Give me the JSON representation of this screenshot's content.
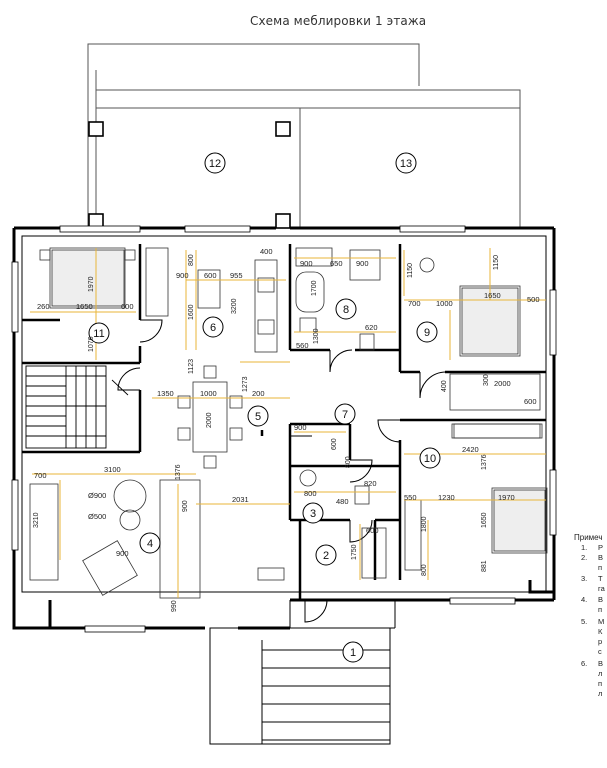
{
  "title": "Схема меблировки 1 этажа",
  "rooms": [
    {
      "n": "1"
    },
    {
      "n": "2"
    },
    {
      "n": "3"
    },
    {
      "n": "4"
    },
    {
      "n": "5"
    },
    {
      "n": "6"
    },
    {
      "n": "7"
    },
    {
      "n": "8"
    },
    {
      "n": "9"
    },
    {
      "n": "10"
    },
    {
      "n": "11"
    },
    {
      "n": "12"
    },
    {
      "n": "13"
    }
  ],
  "dimensions": {
    "d260": "260",
    "d1650a": "1650",
    "d600a": "600",
    "d1970a": "1970",
    "d1076": "1076",
    "d900a": "900",
    "d600b": "600",
    "d955": "955",
    "d400a": "400",
    "d800a": "800",
    "d1600": "1600",
    "d3200": "3200",
    "d1123": "1123",
    "d900b": "900",
    "d650": "650",
    "d900c": "900",
    "d1700": "1700",
    "d620": "620",
    "d560": "560",
    "d1300": "1300",
    "d1150a": "1150",
    "d1150b": "1150",
    "d700a": "700",
    "d1000a": "1000",
    "d1650b": "1650",
    "d500a": "500",
    "d2000a": "2000",
    "d400b": "400",
    "d300": "300",
    "d600c": "600",
    "d1350": "1350",
    "d1000b": "1000",
    "d1273": "1273",
    "d2000b": "2000",
    "d200": "200",
    "d900d": "900",
    "d600d": "600",
    "d700b": "700",
    "d3100": "3100",
    "d1376a": "1376",
    "d3210": "3210",
    "dD900": "Ø900",
    "dD500": "Ø500",
    "d900e": "900",
    "d2031": "2031",
    "d900f": "900",
    "d990": "990",
    "d800b": "800",
    "d800c": "800",
    "d820": "820",
    "d480": "480",
    "d1750": "1750",
    "d600e": "600",
    "d2420": "2420",
    "d1376b": "1376",
    "d550": "550",
    "d1230": "1230",
    "d1970b": "1970",
    "d1800": "1800",
    "d1650c": "1650",
    "d881": "881",
    "d800d": "800"
  },
  "notes": {
    "title": "Примеч",
    "items": [
      "1.",
      "2.",
      "3.",
      "4.",
      "5.",
      "6."
    ],
    "fragments": [
      "Р",
      "В",
      "п",
      "Т",
      "га",
      "В",
      "п",
      "М",
      "К",
      "р",
      "с",
      "В",
      "л",
      "п",
      "л"
    ]
  }
}
